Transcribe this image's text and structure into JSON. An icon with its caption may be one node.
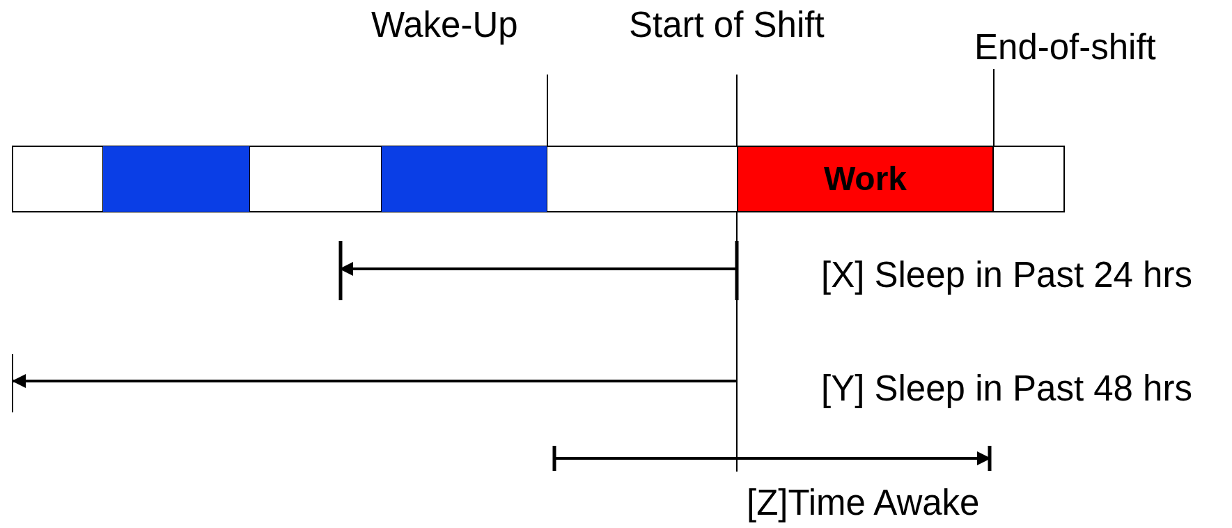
{
  "diagram": {
    "nodes": [
      {
        "text": [],
        "shape": "bar"
      },
      {
        "text": [],
        "shape": "box",
        "in": 0
      },
      {
        "text": [],
        "shape": "box",
        "in": 0
      },
      {
        "text": [
          "Work"
        ],
        "in": 0
      }
    ],
    "labels": [
      "Wake-Up",
      "Start of Shift",
      "End-of-shift",
      "[X] Sleep in Past 24 hrs",
      "[Y] Sleep in Past 48 hrs",
      "[Z]Time Awake"
    ]
  }
}
